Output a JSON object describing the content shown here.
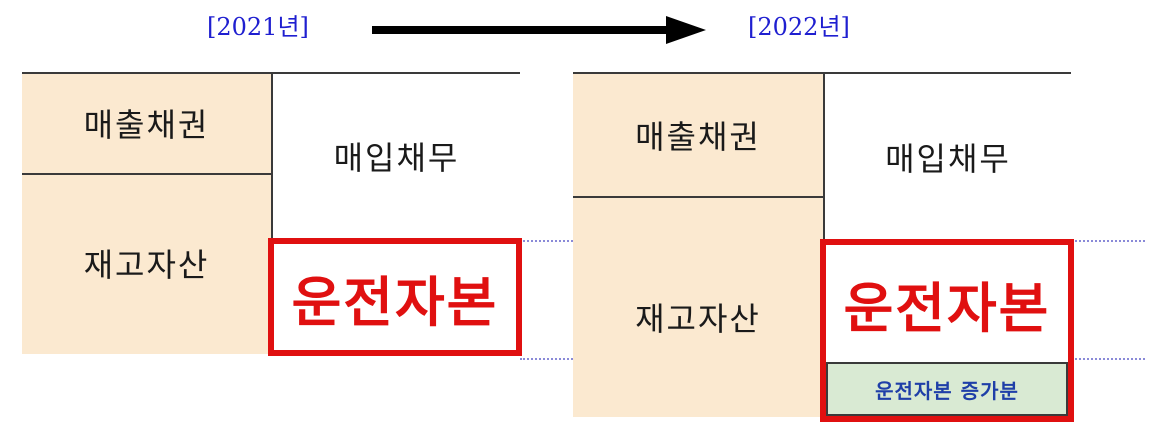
{
  "headers": {
    "year_from": "[2021년]",
    "year_to": "[2022년]"
  },
  "panel_2021": {
    "receivables": "매출채권",
    "inventory": "재고자산",
    "payables": "매입채무",
    "working_capital": "운전자본"
  },
  "panel_2022": {
    "receivables": "매출채권",
    "inventory": "재고자산",
    "payables": "매입채무",
    "working_capital": "운전자본",
    "working_capital_increase": "운전자본 증가분"
  },
  "colors": {
    "asset_fill": "#fbe9d0",
    "highlight_border": "#e01010",
    "increase_fill": "#d9ead3",
    "year_text": "#1f1fd0",
    "arrow": "#000000"
  }
}
